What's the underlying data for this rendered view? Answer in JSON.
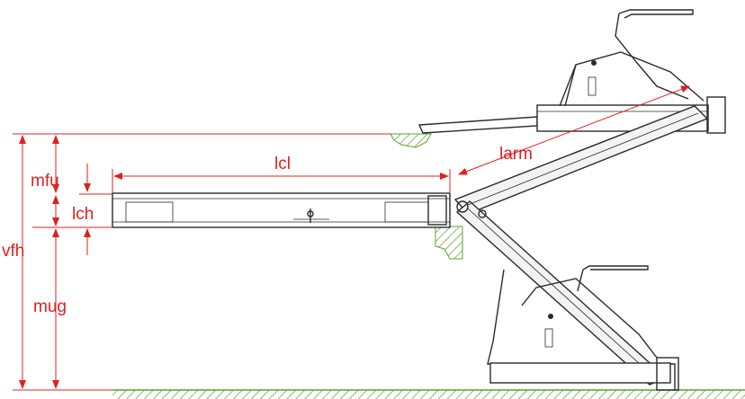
{
  "colors": {
    "dimension": "#e02020",
    "hatch": "#5aa02c",
    "drawing": "#2a2a2a"
  },
  "labels": {
    "vfh": "vfh",
    "mfu": "mfu",
    "lch": "lch",
    "mug": "mug",
    "lcl": "lcl",
    "larm": "larm"
  }
}
